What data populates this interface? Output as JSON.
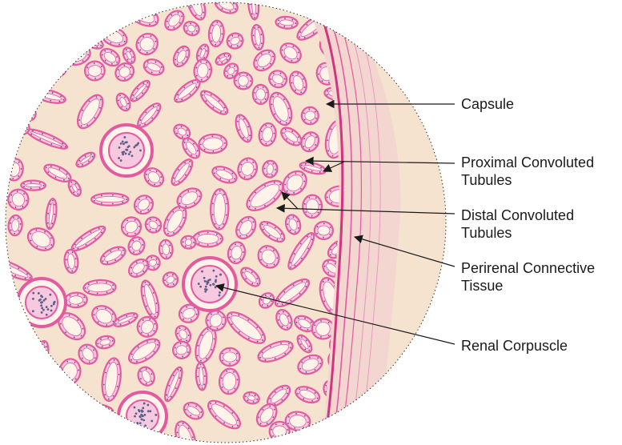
{
  "figure": {
    "colors": {
      "background": "#ffffff",
      "tissue_ground": "#f6e3cf",
      "tubule_stain": "#e35aa1",
      "tubule_fill": "#f7c9df",
      "lumen": "#fff3ea",
      "nuclei": "#5b5f8a",
      "capsule": "#d2347f",
      "outline": "#333333",
      "label_text": "#1a1a1a"
    },
    "labels": [
      {
        "id": "capsule",
        "lines": [
          "Capsule"
        ]
      },
      {
        "id": "proximal",
        "lines": [
          "Proximal Convoluted",
          "Tubules"
        ]
      },
      {
        "id": "distal",
        "lines": [
          "Distal Convoluted",
          "Tubules"
        ]
      },
      {
        "id": "perirenal",
        "lines": [
          "Perirenal Connective",
          "Tissue"
        ]
      },
      {
        "id": "corpuscle",
        "lines": [
          "Renal Corpuscle"
        ]
      }
    ]
  }
}
